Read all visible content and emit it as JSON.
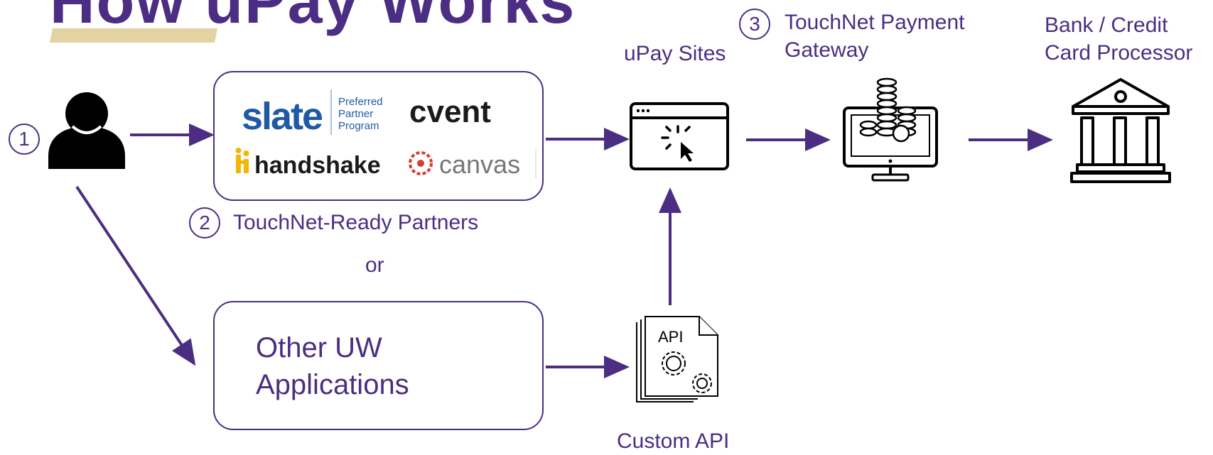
{
  "title": "How uPay Works",
  "steps": {
    "one": "1",
    "two": "2",
    "three": "3"
  },
  "partners": {
    "caption": "TouchNet-Ready Partners",
    "or_text": "or",
    "logos": {
      "slate": "slate",
      "slate_sub": [
        "Preferred",
        "Partner",
        "Program"
      ],
      "cvent": "cvent",
      "handshake": "handshake",
      "canvas": "canvas"
    }
  },
  "other_apps": {
    "line1": "Other UW",
    "line2": "Applications"
  },
  "upay_sites": {
    "label": "uPay Sites"
  },
  "custom_api": {
    "label": "Custom API",
    "icon_text": "API"
  },
  "gateway": {
    "line1": "TouchNet Payment",
    "line2": "Gateway"
  },
  "bank": {
    "line1": "Bank / Credit",
    "line2": "Card Processor"
  },
  "colors": {
    "accent": "#4b2e83",
    "gold": "#e3d3a3",
    "slate_blue": "#1f5aa6",
    "handshake_yellow": "#f2b705",
    "canvas_red": "#d63c2f"
  }
}
